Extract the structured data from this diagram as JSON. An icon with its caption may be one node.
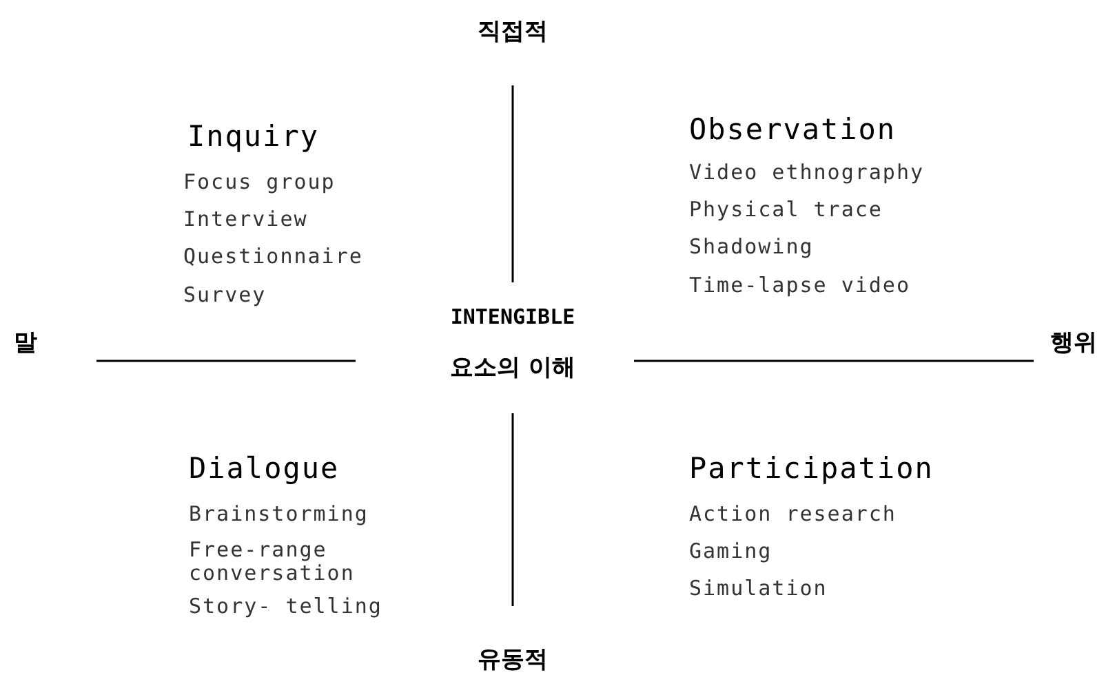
{
  "diagram": {
    "labels": [
      "직접적",
      "Inquiry",
      "Focus group",
      "Interview",
      "Questionnaire",
      "Survey",
      "Observation",
      "Video ethnography",
      "Physical trace",
      "Shadowing",
      "Time-lapse video",
      "말",
      "INTENGIBLE",
      "요소의 이해",
      "행위",
      "Dialogue",
      "Brainstorming",
      "Free-range conversation",
      "Story- telling",
      "Participation",
      "Action research",
      "Gaming",
      "Simulation",
      "유동적"
    ]
  }
}
